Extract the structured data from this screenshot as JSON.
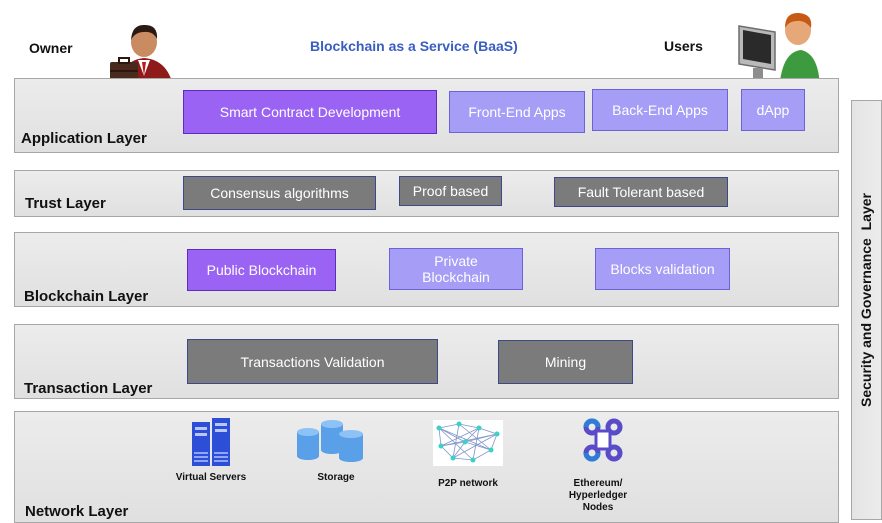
{
  "header": {
    "owner_label": "Owner",
    "title": "Blockchain as a Service (BaaS)",
    "users_label": "Users"
  },
  "layers": {
    "application": {
      "label": "Application Layer",
      "items": [
        "Smart Contract  Development",
        "Front-End Apps",
        "Back-End Apps",
        "dApp"
      ]
    },
    "trust": {
      "label": "Trust  Layer",
      "items": [
        "Consensus  algorithms",
        "Proof based",
        "Fault Tolerant based"
      ]
    },
    "blockchain": {
      "label": "Blockchain Layer",
      "items": [
        "Public Blockchain",
        "Private Blockchain",
        "Blocks validation"
      ]
    },
    "transaction": {
      "label": "Transaction Layer",
      "items": [
        "Transactions Validation",
        "Mining"
      ]
    },
    "network": {
      "label": "Network Layer",
      "items": [
        "Virtual Servers",
        "Storage",
        "P2P network",
        "Ethereum/ Hyperledger Nodes"
      ]
    }
  },
  "side_panel": {
    "label": "Security and Governance  Layer"
  },
  "icons": {
    "owner": "businessman-icon",
    "users": "user-at-computer-icon",
    "servers": "server-rack-icon",
    "storage": "database-icon",
    "p2p": "network-graph-icon",
    "nodes": "command-key-icon"
  },
  "colors": {
    "violet": "#9a63f3",
    "lavender": "#a59df6",
    "gray": "#7b7b7b",
    "title_blue": "#3a5ec0"
  }
}
